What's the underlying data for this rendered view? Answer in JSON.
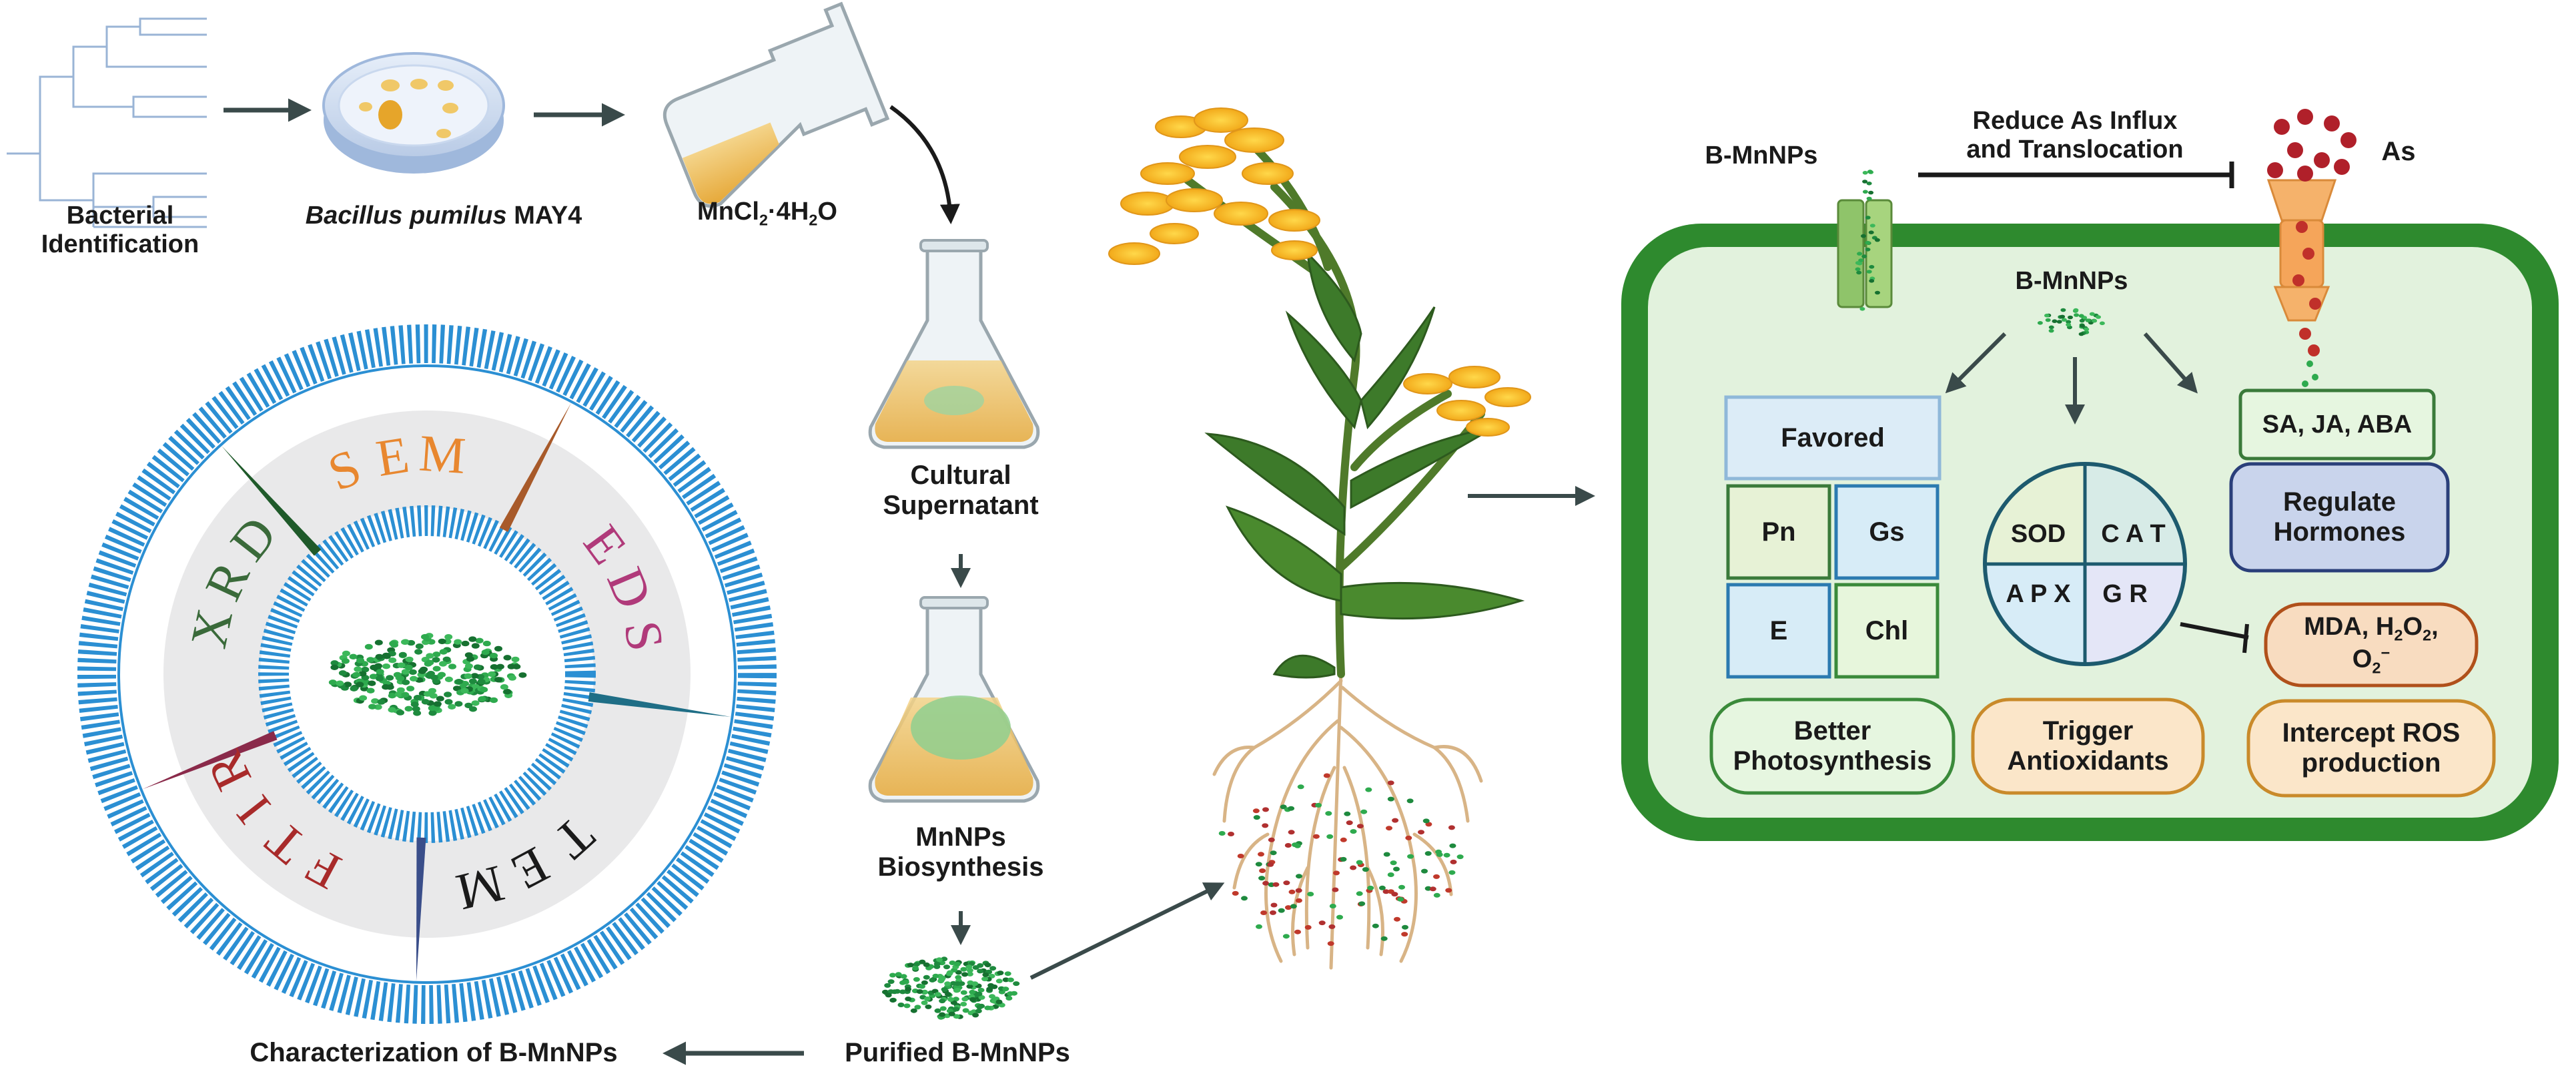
{
  "workflow": {
    "bacterial_identification": [
      "Bacterial",
      "Identification"
    ],
    "strain_italic": "Bacillus pumilus",
    "strain_suffix": " MAY4",
    "salt": "MnCl",
    "salt_sub": "2",
    "salt_rest": "·4H",
    "salt_sub2": "2",
    "salt_end": "O",
    "cultural_supernatant": [
      "Cultural",
      "Supernatant"
    ],
    "mnnps_biosynthesis": [
      "MnNPs",
      "Biosynthesis"
    ],
    "purified": "Purified B-MnNPs",
    "characterization": "Characterization of B-MnNPs"
  },
  "characterization_ring": {
    "techniques": [
      {
        "letters": [
          "S",
          "E",
          "M"
        ],
        "color": "#e8872f"
      },
      {
        "letters": [
          "E",
          "D",
          "S"
        ],
        "color": "#b03a7a"
      },
      {
        "letters": [
          "T",
          "E",
          "M"
        ],
        "color": "#1a1a1a"
      },
      {
        "letters": [
          "F",
          "T",
          "I",
          "R"
        ],
        "color": "#a82a2a"
      },
      {
        "letters": [
          "X",
          "R",
          "D"
        ],
        "color": "#3a6a3a"
      }
    ],
    "divider_colors": [
      "#a85a2a",
      "#1f6e86",
      "#3a4e8a",
      "#8a2a4a",
      "#1f5a2a"
    ]
  },
  "cell": {
    "outer_label": "B-MnNPs",
    "inner_label": "B-MnNPs",
    "arsenic": "As",
    "reduce": [
      "Reduce As Influx",
      "and Translocation"
    ],
    "favored": "Favored",
    "photo_params": [
      "Pn",
      "Gs",
      "E",
      "Chl"
    ],
    "better_photosynthesis": [
      "Better",
      "Photosynthesis"
    ],
    "enzymes": [
      "SOD",
      "C A T",
      "A P X",
      "G R"
    ],
    "trigger_antioxidants": [
      "Trigger",
      "Antioxidants"
    ],
    "hormones": "SA, JA, ABA",
    "regulate_hormones": [
      "Regulate",
      "Hormones"
    ],
    "mda_line1": "MDA, H",
    "mda_sub1": "2",
    "mda_sub1b": "O",
    "mda_sub2": "2",
    "mda_line1_end": ",",
    "o2": "O",
    "o2_sub": "2",
    "o2_sup": "−",
    "intercept_ros": [
      "Intercept ROS",
      "production"
    ]
  }
}
